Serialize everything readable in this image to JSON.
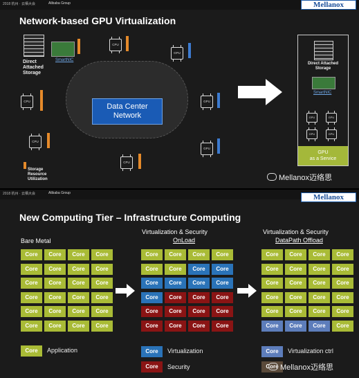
{
  "header": {
    "event": "2018 杭州 · 云栖大会",
    "partner": "Alibaba Group",
    "brand": "Mellanox",
    "accent": "#1a5bb5"
  },
  "slide1": {
    "title": "Network-based GPU Virtualization",
    "das_label": "Direct\nAttached\nStorage",
    "smartnic": "SmartNIC",
    "storage_util": "Storage\nResource\nUtilization",
    "center": "Data Center\nNetwork",
    "gpu": "GPU",
    "cpu": "CPU",
    "svc_das": "Direct Attached\nStorage",
    "svc_smartnic": "SmartNIC",
    "svc_gpu": "GPU\nas a Service",
    "watermark": "Mellanox迈络思"
  },
  "slide2": {
    "title": "New Computing Tier – Infrastructure Computing",
    "col1": "Bare Metal",
    "col2_line1": "Virtualization & Security",
    "col2_line2": "OnLoad",
    "col3_line1": "Virtualization & Security",
    "col3_line2": "DataPath Offload",
    "core": "Core",
    "legend": {
      "application": "Application",
      "virtualization": "Virtualization",
      "security": "Security",
      "virt_ctrl": "Virtualization ctrl"
    },
    "grid_onload": [
      [
        "g",
        "g",
        "g",
        "g"
      ],
      [
        "g",
        "g",
        "b",
        "b"
      ],
      [
        "b",
        "b",
        "b",
        "b"
      ],
      [
        "b",
        "r",
        "r",
        "r"
      ],
      [
        "r",
        "r",
        "r",
        "r"
      ],
      [
        "r",
        "r",
        "r",
        "r"
      ]
    ],
    "grid_offload_last_row": [
      "p",
      "p",
      "p",
      "g"
    ],
    "watermark": "Mellanox迈络思"
  }
}
